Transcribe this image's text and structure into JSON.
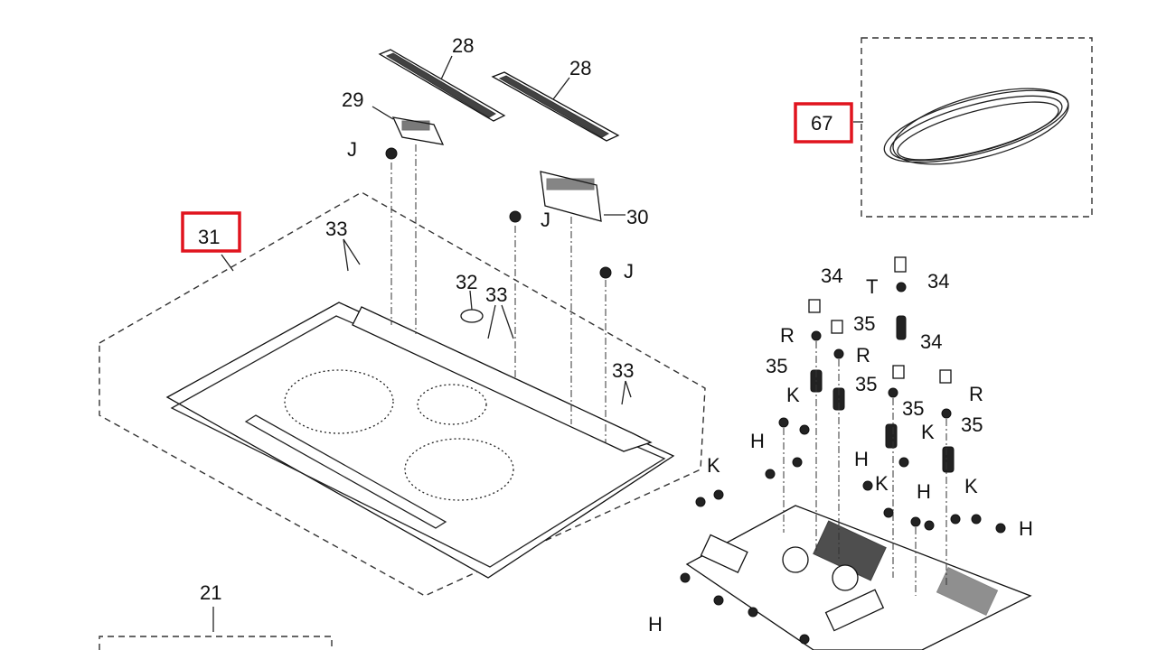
{
  "diagram": {
    "highlight_color": "#e0141e",
    "highlighted": [
      "31",
      "67"
    ],
    "callouts": [
      "28",
      "28",
      "29",
      "J",
      "J",
      "30",
      "31",
      "33",
      "32",
      "33",
      "J",
      "33",
      "67",
      "34",
      "T",
      "34",
      "35",
      "R",
      "R",
      "34",
      "35",
      "35",
      "K",
      "R",
      "35",
      "35",
      "H",
      "K",
      "H",
      "K",
      "K",
      "H",
      "K",
      "H",
      "H",
      "21"
    ]
  }
}
